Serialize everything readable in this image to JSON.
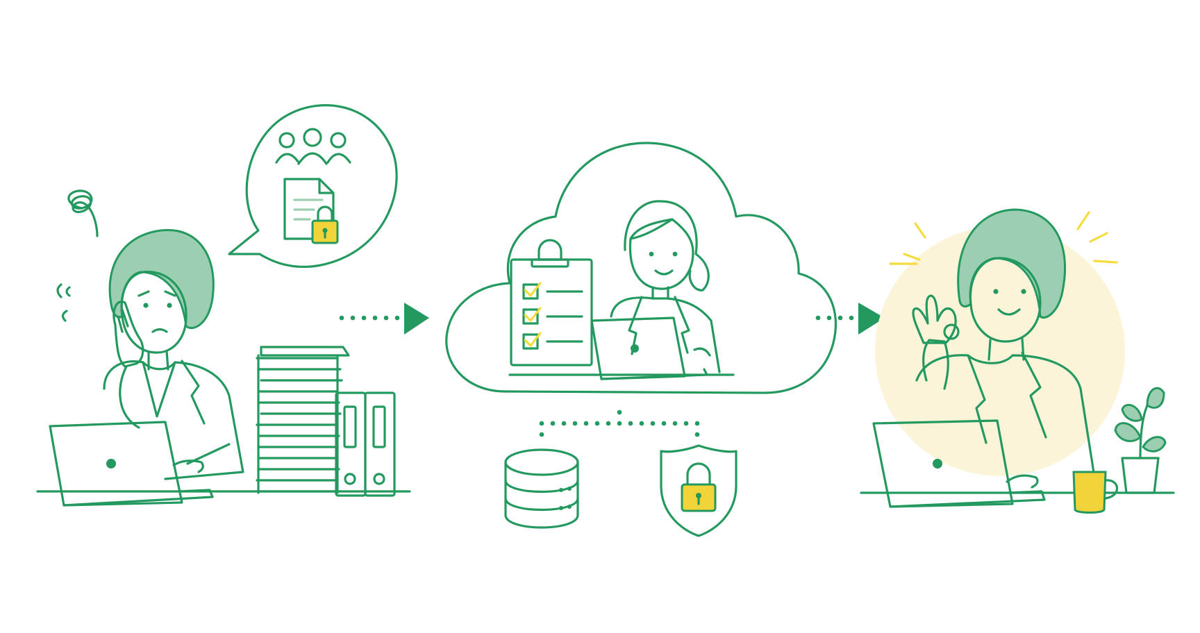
{
  "colors": {
    "line": "#23995f",
    "tint": "#9ccfb2",
    "accent": "#f5dc3c",
    "lock_body": "#f0d43a",
    "glow": "#fbf4d9",
    "background": "#ffffff"
  },
  "scenes": [
    {
      "id": "before",
      "icons": [
        "worried-woman",
        "speech-bubble",
        "people-group-icon",
        "locked-document-icon",
        "paper-stack",
        "binders",
        "laptop"
      ]
    },
    {
      "id": "cloud",
      "icons": [
        "cloud-frame",
        "woman-working",
        "checklist-clipboard-icon",
        "laptop",
        "database-icon",
        "shield-lock-icon"
      ]
    },
    {
      "id": "after",
      "icons": [
        "happy-woman-ok-gesture",
        "laptop",
        "coffee-mug",
        "potted-plant"
      ]
    }
  ]
}
